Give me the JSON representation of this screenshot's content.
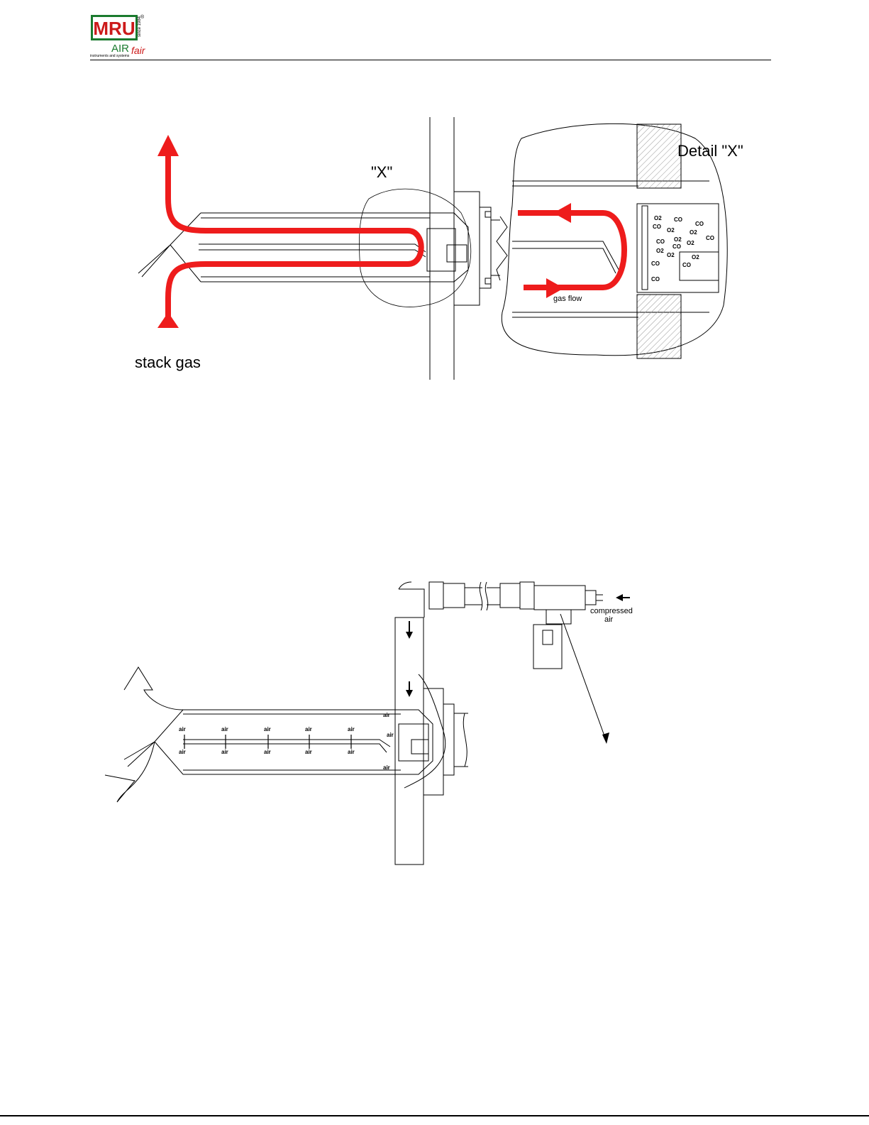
{
  "header": {
    "logo_text": "MRU",
    "logo_sub": "AIR",
    "logo_script": "fair",
    "logo_since": "since 1984",
    "logo_reg": "®",
    "logo_tagline": "instruments and systems"
  },
  "diagram1": {
    "label_x": "\"X\"",
    "label_detail": "Detail \"X\"",
    "label_stack_gas": "stack gas",
    "label_gas_flow": "gas flow",
    "gas_labels": [
      "O2",
      "CO",
      "O2",
      "CO",
      "O2",
      "CO",
      "O2",
      "CO",
      "O2",
      "CO",
      "O2",
      "CO",
      "O2",
      "CO",
      "O2",
      "CO",
      "CO"
    ],
    "flow_color": "#ee1c1c"
  },
  "diagram2": {
    "label_compressed_air": "compressed\nair",
    "air_label": "air",
    "air_label_count": 14
  }
}
